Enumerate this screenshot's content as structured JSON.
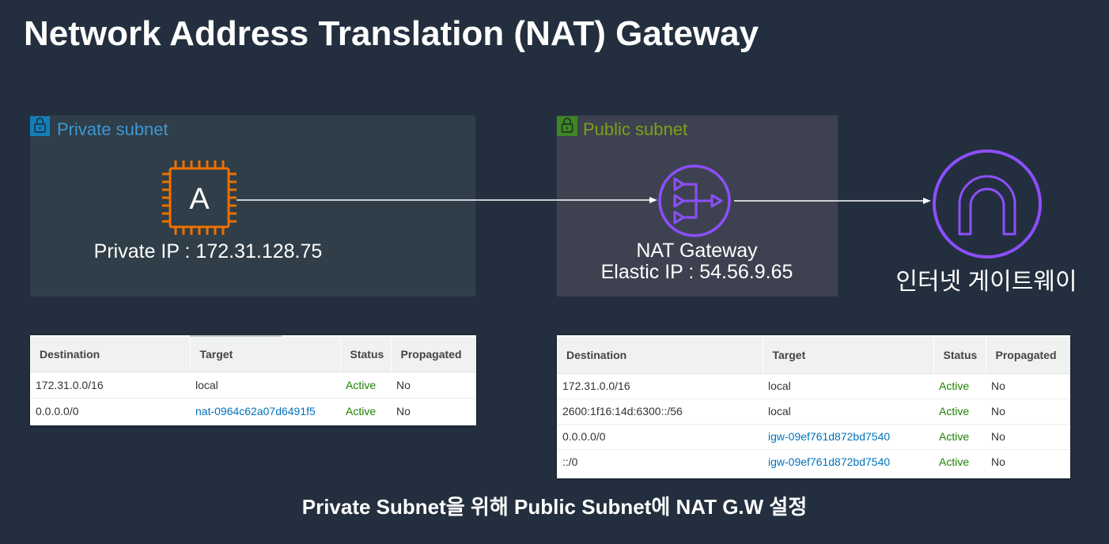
{
  "title": "Network Address Translation (NAT) Gateway",
  "private_subnet": {
    "label": "Private subnet",
    "icon": "lock-icon",
    "instance": {
      "icon": "ec2-instance-icon",
      "label": "A",
      "private_ip": "Private IP : 172.31.128.75"
    }
  },
  "public_subnet": {
    "label": "Public subnet",
    "icon": "lock-icon",
    "nat_gateway": {
      "icon": "nat-gateway-icon",
      "name": "NAT Gateway",
      "elastic_ip": "Elastic IP : 54.56.9.65"
    }
  },
  "internet_gateway": {
    "icon": "internet-gateway-icon",
    "label": "인터넷 게이트웨이"
  },
  "route_tables": [
    {
      "columns": [
        "Destination",
        "Target",
        "Status",
        "Propagated"
      ],
      "rows": [
        {
          "destination": "172.31.0.0/16",
          "target": "local",
          "target_link": false,
          "status": "Active",
          "propagated": "No"
        },
        {
          "destination": "0.0.0.0/0",
          "target": "nat-0964c62a07d6491f5",
          "target_link": true,
          "status": "Active",
          "propagated": "No"
        }
      ]
    },
    {
      "columns": [
        "Destination",
        "Target",
        "Status",
        "Propagated"
      ],
      "rows": [
        {
          "destination": "172.31.0.0/16",
          "target": "local",
          "target_link": false,
          "status": "Active",
          "propagated": "No"
        },
        {
          "destination": "2600:1f16:14d:6300::/56",
          "target": "local",
          "target_link": false,
          "status": "Active",
          "propagated": "No"
        },
        {
          "destination": "0.0.0.0/0",
          "target": "igw-09ef761d872bd7540",
          "target_link": true,
          "status": "Active",
          "propagated": "No"
        },
        {
          "destination": "::/0",
          "target": "igw-09ef761d872bd7540",
          "target_link": true,
          "status": "Active",
          "propagated": "No"
        }
      ]
    }
  ],
  "caption": "Private Subnet을 위해 Public Subnet에 NAT G.W 설정",
  "colors": {
    "background": "#232f3e",
    "private_subnet": "#147eba",
    "private_subnet_label": "#3f97d6",
    "public_subnet": "#3f8624",
    "public_subnet_label": "#7aa116",
    "instance": "#ed7100",
    "gateway": "#8c4fff",
    "status_active": "#1d8102",
    "link": "#0073bb"
  }
}
